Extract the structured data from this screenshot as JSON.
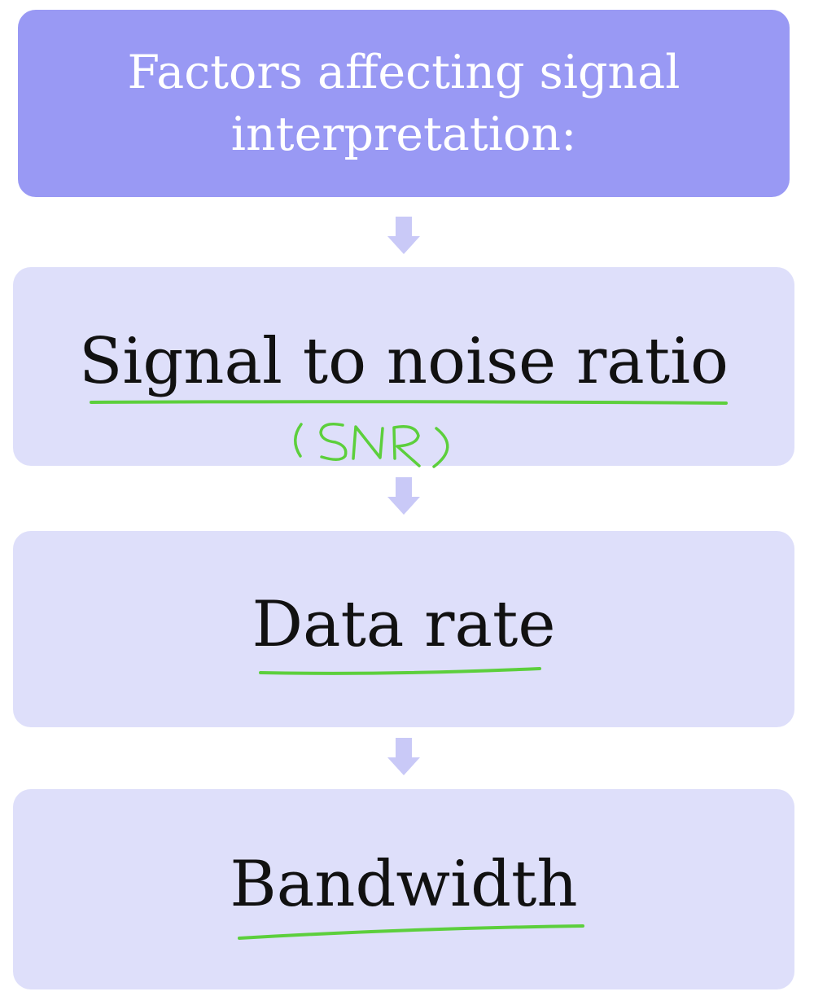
{
  "diagram": {
    "header": "Factors affecting signal interpretation:",
    "items": [
      {
        "label": "Signal to noise ratio",
        "annotation": "(SNR)"
      },
      {
        "label": "Data rate"
      },
      {
        "label": "Bandwidth"
      }
    ]
  },
  "colors": {
    "header_fill": "#9999f4",
    "item_fill": "#dedffa",
    "arrow_fill": "#c9c9f7",
    "highlight_ink": "#5ccf3c"
  }
}
